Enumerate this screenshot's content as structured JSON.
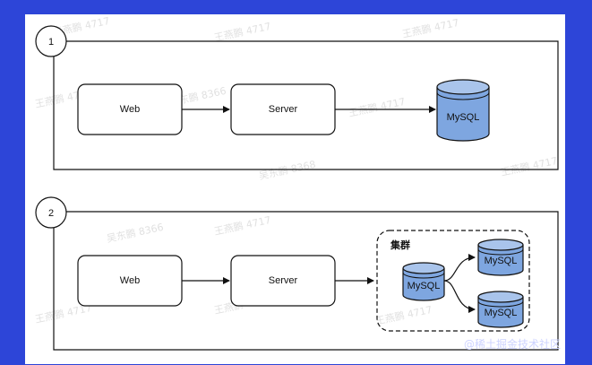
{
  "colors": {
    "page_background": "#2d45d8",
    "canvas": "#ffffff",
    "stroke": "#111111",
    "db_fill": "#7ea6e0",
    "db_top": "#a9c4eb"
  },
  "diagram1": {
    "step": "1",
    "web": "Web",
    "server": "Server",
    "db": "MySQL"
  },
  "diagram2": {
    "step": "2",
    "web": "Web",
    "server": "Server",
    "cluster_label": "集群",
    "db_main": "MySQL",
    "db_replica_1": "MySQL",
    "db_replica_2": "MySQL"
  },
  "watermark": {
    "name_a": "王燕鹏 4717",
    "name_b": "吴东鹏 8366",
    "name_c": "吴东鹏 8368"
  },
  "footer": {
    "text": "@稀土掘金技术社区"
  }
}
